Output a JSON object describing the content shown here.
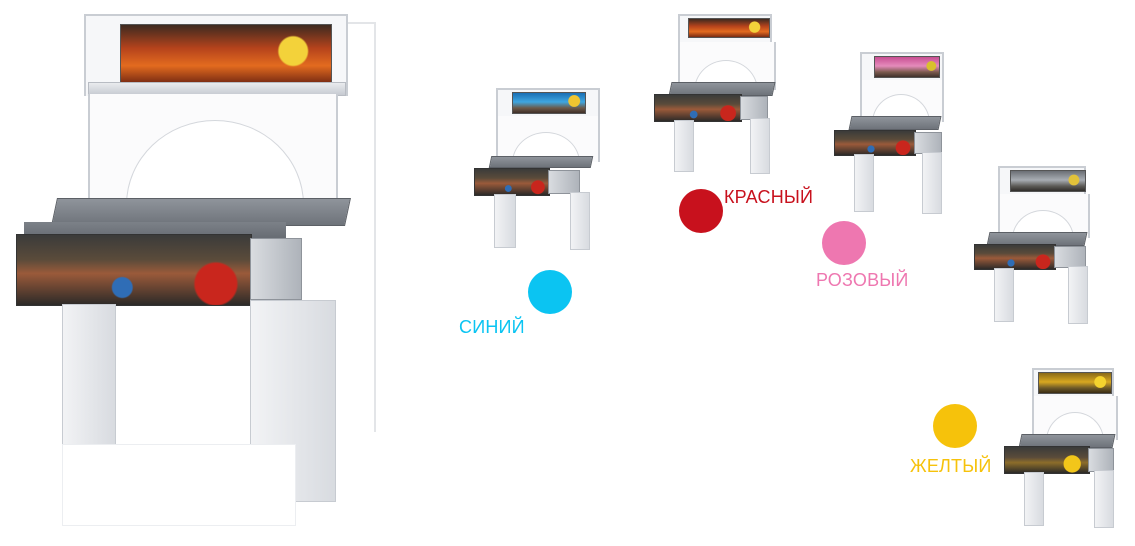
{
  "colors": {
    "blue": {
      "label": "СИНИЙ",
      "hex": "#0bc4f2"
    },
    "red": {
      "label": "КРАСНЫЙ",
      "hex": "#c8111d"
    },
    "pink": {
      "label": "РОЗОВЫЙ",
      "hex": "#ee77b0"
    },
    "yellow": {
      "label": "ЖЕЛТЫЙ",
      "hex": "#f6c20b"
    }
  },
  "icons": {
    "main_desk": "desk-with-hutch-icon",
    "variant_desk": "desk-with-hutch-icon",
    "swatch": "color-dot-icon"
  }
}
